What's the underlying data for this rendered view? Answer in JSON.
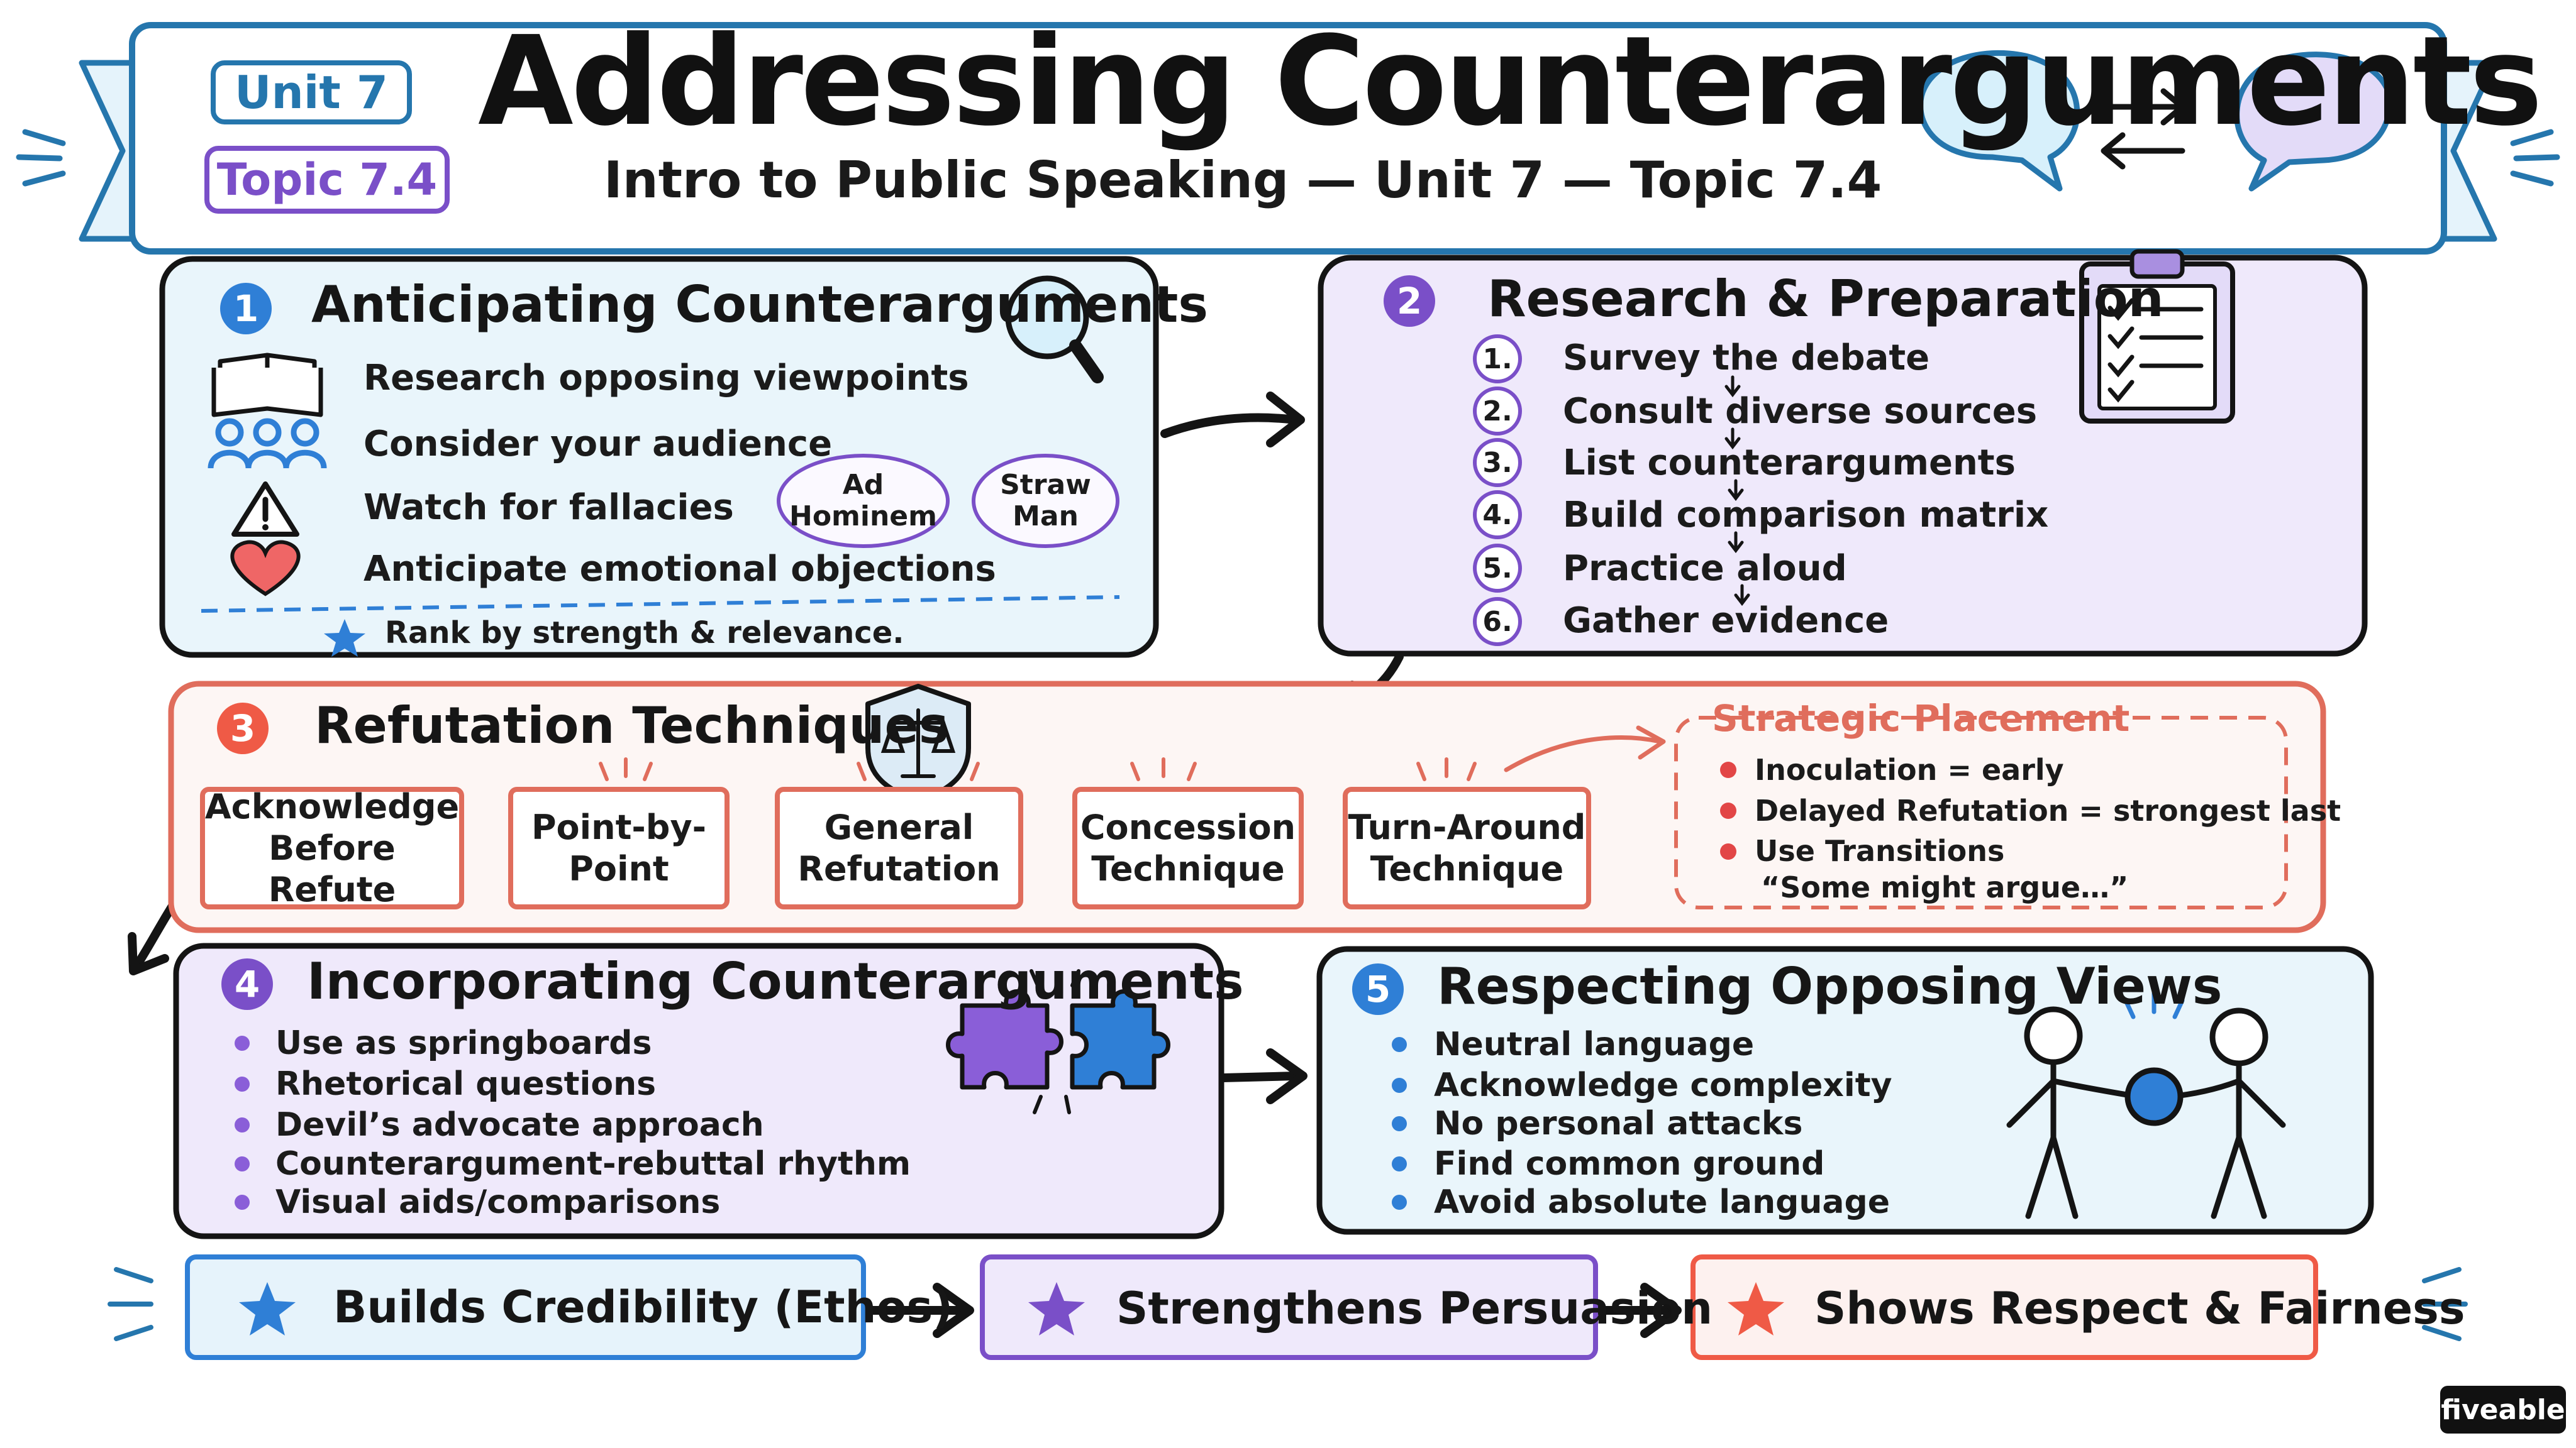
{
  "header": {
    "unit_badge": "Unit 7",
    "topic_badge": "Topic 7.4",
    "title": "Addressing Counterarguments",
    "subtitle": "Intro to Public Speaking — Unit 7 — Topic 7.4"
  },
  "sections": {
    "anticipating": {
      "number": "1",
      "title": "Anticipating Counterarguments",
      "items": [
        {
          "icon": "book-icon",
          "text": "Research opposing viewpoints"
        },
        {
          "icon": "audience-icon",
          "text": "Consider your audience"
        },
        {
          "icon": "warning-icon",
          "text": "Watch for fallacies"
        },
        {
          "icon": "heart-icon",
          "text": "Anticipate emotional objections"
        }
      ],
      "fallacies": [
        "Ad Hominem",
        "Straw Man"
      ],
      "tip": "Rank by strength & relevance."
    },
    "research": {
      "number": "2",
      "title": "Research & Preparation",
      "steps": [
        {
          "num": "1.",
          "text": "Survey the debate"
        },
        {
          "num": "2.",
          "text": "Consult diverse sources"
        },
        {
          "num": "3.",
          "text": "List counterarguments"
        },
        {
          "num": "4.",
          "text": "Build comparison matrix"
        },
        {
          "num": "5.",
          "text": "Practice aloud"
        },
        {
          "num": "6.",
          "text": "Gather evidence"
        }
      ]
    },
    "refutation": {
      "number": "3",
      "title": "Refutation Techniques",
      "techniques": [
        "Acknowledge Before Refute",
        "Point-by- Point",
        "General Refutation",
        "Concession Technique",
        "Turn-Around Technique"
      ],
      "placement": {
        "title": "Strategic Placement",
        "items": [
          "Inoculation = early",
          "Delayed Refutation = strongest last",
          "Use Transitions"
        ],
        "quote": "“Some might argue…”"
      }
    },
    "incorporating": {
      "number": "4",
      "title": "Incorporating Counterarguments",
      "items": [
        "Use as springboards",
        "Rhetorical questions",
        "Devil’s advocate approach",
        "Counterargument-rebuttal rhythm",
        "Visual aids/comparisons"
      ]
    },
    "respecting": {
      "number": "5",
      "title": "Respecting Opposing Views",
      "items": [
        "Neutral language",
        "Acknowledge complexity",
        "No personal attacks",
        "Find common ground",
        "Avoid absolute language"
      ]
    }
  },
  "outcomes": [
    {
      "label": "Builds Credibility (Ethos)",
      "color": "#2f7fd6"
    },
    {
      "label": "Strengthens Persuasion",
      "color": "#7a4fc8"
    },
    {
      "label": "Shows Respect & Fairness",
      "color": "#ef5a46"
    }
  ],
  "brand": "fiveable",
  "colors": {
    "blue": "#2576ad",
    "purple": "#7a4fc8",
    "coral": "#e06d5c",
    "light_blue": "#e9f5fb",
    "light_purple": "#efe9fb",
    "ink": "#161616"
  }
}
